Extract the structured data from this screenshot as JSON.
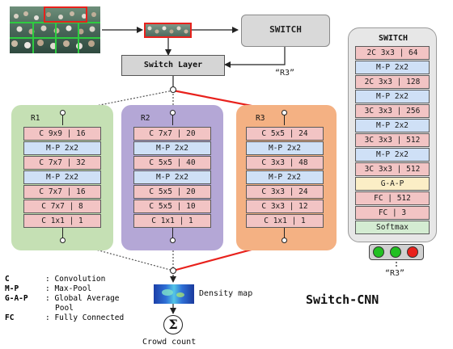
{
  "colors": {
    "conv": "#f2c4c4",
    "pool": "#cfe0f6",
    "gap": "#fbeec6",
    "softmax": "#d4ecd2",
    "r1_bg": "#c5e0b4",
    "r2_bg": "#b4a7d6",
    "r3_bg": "#f4b183",
    "switch_panel_bg": "#e7e7e7",
    "switch_box_bg": "#d9d9d9",
    "selected_path": "#e8211c"
  },
  "switch_box": {
    "label": "SWITCH"
  },
  "switch_layer": {
    "label": "Switch Layer"
  },
  "switch_output_label": "“R3”",
  "regressors": [
    {
      "name": "R1",
      "layers": [
        "C 9x9 | 16",
        "M-P 2x2",
        "C 7x7 | 32",
        "M-P 2x2",
        "C 7x7 | 16",
        "C 7x7 | 8",
        "C 1x1 | 1"
      ]
    },
    {
      "name": "R2",
      "layers": [
        "C 7x7 | 20",
        "M-P 2x2",
        "C 5x5 | 40",
        "M-P 2x2",
        "C 5x5 | 20",
        "C 5x5 | 10",
        "C 1x1 | 1"
      ]
    },
    {
      "name": "R3",
      "layers": [
        "C 5x5 | 24",
        "M-P 2x2",
        "C 3x3 | 48",
        "M-P 2x2",
        "C 3x3 | 24",
        "C 3x3 | 12",
        "C 1x1 | 1"
      ]
    }
  ],
  "switch_classifier": {
    "title": "SWITCH",
    "layers": [
      "2C 3x3 | 64",
      "M-P 2x2",
      "2C 3x3 | 128",
      "M-P 2x2",
      "3C 3x3 | 256",
      "M-P 2x2",
      "3C 3x3 | 512",
      "M-P 2x2",
      "3C 3x3 | 512",
      "G-A-P",
      "FC | 512",
      "FC | 3",
      "Softmax"
    ],
    "output_label": "“R3”",
    "lights": [
      "green",
      "green",
      "red"
    ]
  },
  "legend": [
    {
      "key": "C",
      "value": ": Convolution"
    },
    {
      "key": "M-P",
      "value": ": Max-Pool"
    },
    {
      "key": "G-A-P",
      "value": ": Global Average"
    },
    {
      "key": "",
      "value": "Pool"
    },
    {
      "key": "FC",
      "value": ": Fully Connected"
    }
  ],
  "density_map_label": "Density map",
  "sum_symbol": "Σ",
  "crowd_count_label": "Crowd count",
  "title": "Switch-CNN"
}
